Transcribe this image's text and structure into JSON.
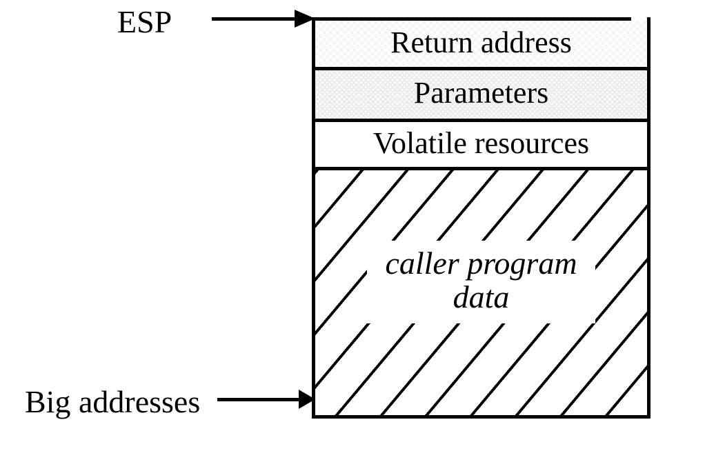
{
  "diagram": {
    "pointers": {
      "top": {
        "label": "ESP"
      },
      "bottom": {
        "label": "Big addresses"
      }
    },
    "stack": {
      "rows": [
        {
          "id": "return-address",
          "label": "Return address"
        },
        {
          "id": "parameters",
          "label": "Parameters"
        },
        {
          "id": "volatile-resources",
          "label": "Volatile resources"
        }
      ],
      "hatched_region": {
        "label_line1": "caller program",
        "label_line2": "data"
      }
    },
    "colors": {
      "stroke": "#000000",
      "return_address_pattern": "#f5f5f5",
      "parameters_pattern": "#ececec",
      "background": "#ffffff"
    }
  }
}
